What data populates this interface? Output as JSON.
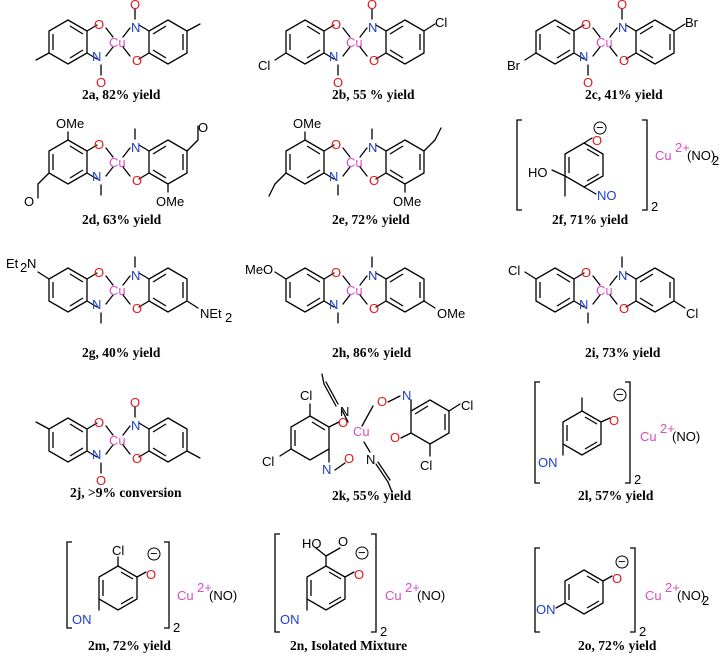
{
  "compounds": [
    {
      "id": "2a",
      "caption": "2a, 82% yield",
      "type": "complex",
      "sub1": "Me",
      "sub2": "",
      "R1": "",
      "R2": ""
    },
    {
      "id": "2b",
      "caption": "2b, 55 % yield",
      "type": "complex",
      "sub1": "Cl",
      "sub2": "",
      "R1": "Cl",
      "R2": "Cl"
    },
    {
      "id": "2c",
      "caption": "2c, 41% yield",
      "type": "complex",
      "sub1": "Br",
      "sub2": "",
      "R1": "Br",
      "R2": "Br"
    },
    {
      "id": "2d",
      "caption": "2d, 63% yield",
      "type": "complex",
      "sub1": "CHO",
      "sub2": "OMe",
      "R1": "",
      "R2": "",
      "top": "OMe",
      "bot": "OMe"
    },
    {
      "id": "2e",
      "caption": "2e, 72% yield",
      "type": "complex",
      "sub1": "vinyl",
      "sub2": "OMe",
      "R1": "",
      "R2": "",
      "top": "OMe",
      "bot": "OMe"
    },
    {
      "id": "2f",
      "caption": "2f, 71% yield",
      "type": "salt",
      "label": "HO",
      "label2": "NO",
      "cu": "Cu",
      "cu_charge": "2+",
      "counter": "(NO)",
      "counter_sub": "2",
      "mult": "2"
    },
    {
      "id": "2g",
      "caption": "2g, 40% yield",
      "type": "complex",
      "R1": "Et2N",
      "R2": "NEt2"
    },
    {
      "id": "2h",
      "caption": "2h, 86% yield",
      "type": "complex",
      "R1": "MeO",
      "R2": "OMe"
    },
    {
      "id": "2i",
      "caption": "2i, 73% yield",
      "type": "complex",
      "R1": "Cl",
      "R2": "Cl"
    },
    {
      "id": "2j",
      "caption": "2j, >9% conversion",
      "type": "complex"
    },
    {
      "id": "2k",
      "caption": "2k, 55% yield",
      "type": "complex"
    },
    {
      "id": "2l",
      "caption": "2l, 57% yield",
      "type": "salt",
      "label": "ON",
      "cu": "Cu",
      "cu_charge": "2+",
      "counter": "(NO)",
      "mult": "2"
    },
    {
      "id": "2m",
      "caption": "2m, 72% yield",
      "type": "salt",
      "label": "ON",
      "sub": "Cl",
      "cu": "Cu",
      "cu_charge": "2+",
      "counter": "(NO)",
      "mult": "2"
    },
    {
      "id": "2n",
      "caption": "2n, Isolated Mixture",
      "type": "salt",
      "label": "ON",
      "sub": "HO",
      "cu": "Cu",
      "cu_charge": "2+",
      "counter": "(NO)",
      "mult": "2"
    },
    {
      "id": "2o",
      "caption": "2o, 72% yield",
      "type": "salt",
      "label": "ON",
      "cu": "Cu",
      "cu_charge": "2+",
      "counter": "(NO)",
      "counter_sub": "2",
      "mult": "2"
    }
  ],
  "labels": {
    "O": "O",
    "N": "N",
    "Cu": "Cu",
    "Me": "OMe",
    "MeO": "MeO",
    "Et2N_a": "Et",
    "Et2N_b": "2",
    "Et2N_c": "N",
    "NEt_a": "NEt",
    "NEt_b": "2",
    "Cl": "Cl",
    "Br": "Br",
    "HO": "HO",
    "NO": "NO",
    "ON": "ON",
    "minus": "−",
    "plus2": "2+",
    "paren_NO": "(NO)",
    "sub2": "2",
    "N_plain": "N"
  }
}
